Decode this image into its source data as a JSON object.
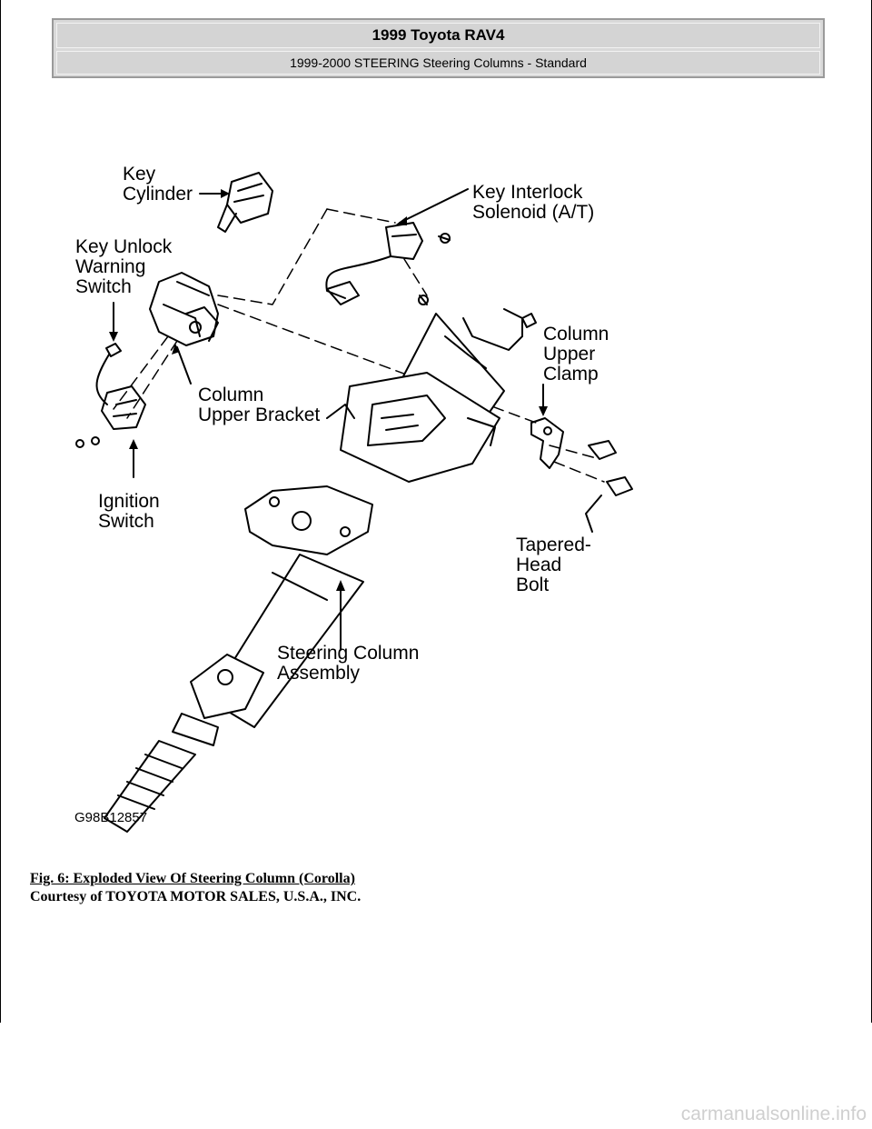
{
  "header": {
    "title": "1999 Toyota RAV4",
    "subtitle": "1999-2000 STEERING Steering Columns - Standard"
  },
  "figure": {
    "labels": {
      "key_cylinder": [
        "Key",
        "Cylinder"
      ],
      "key_interlock_solenoid": [
        "Key Interlock",
        "Solenoid (A/T)"
      ],
      "key_unlock_warning_switch": [
        "Key Unlock",
        "Warning",
        "Switch"
      ],
      "column_upper_clamp": [
        "Column",
        "Upper",
        "Clamp"
      ],
      "column_upper_bracket": [
        "Column",
        "Upper Bracket"
      ],
      "ignition_switch": [
        "Ignition",
        "Switch"
      ],
      "tapered_head_bolt": [
        "Tapered-",
        "Head",
        "Bolt"
      ],
      "steering_column_assembly": [
        "Steering Column",
        "Assembly"
      ]
    },
    "code": "G98B12857"
  },
  "caption": {
    "title": "Fig. 6: Exploded View Of Steering Column (Corolla)",
    "courtesy": "Courtesy of TOYOTA MOTOR SALES, U.S.A., INC."
  },
  "watermark": "carmanualsonline.info"
}
